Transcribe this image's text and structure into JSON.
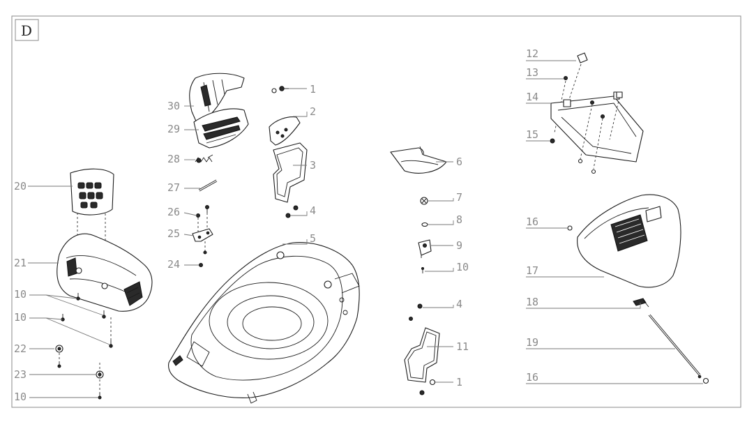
{
  "sheet": {
    "letter": "D"
  },
  "callouts": [
    {
      "id": "c1a",
      "label": "1"
    },
    {
      "id": "c2",
      "label": "2"
    },
    {
      "id": "c3",
      "label": "3"
    },
    {
      "id": "c4a",
      "label": "4"
    },
    {
      "id": "c5",
      "label": "5"
    },
    {
      "id": "c6",
      "label": "6"
    },
    {
      "id": "c7",
      "label": "7"
    },
    {
      "id": "c8",
      "label": "8"
    },
    {
      "id": "c9",
      "label": "9"
    },
    {
      "id": "c10a",
      "label": "10"
    },
    {
      "id": "c4b",
      "label": "4"
    },
    {
      "id": "c11",
      "label": "11"
    },
    {
      "id": "c1b",
      "label": "1"
    },
    {
      "id": "c12",
      "label": "12"
    },
    {
      "id": "c13",
      "label": "13"
    },
    {
      "id": "c14",
      "label": "14"
    },
    {
      "id": "c15",
      "label": "15"
    },
    {
      "id": "c16a",
      "label": "16"
    },
    {
      "id": "c17",
      "label": "17"
    },
    {
      "id": "c18",
      "label": "18"
    },
    {
      "id": "c19",
      "label": "19"
    },
    {
      "id": "c16b",
      "label": "16"
    },
    {
      "id": "c20",
      "label": "20"
    },
    {
      "id": "c21",
      "label": "21"
    },
    {
      "id": "c10b",
      "label": "10"
    },
    {
      "id": "c10c",
      "label": "10"
    },
    {
      "id": "c22",
      "label": "22"
    },
    {
      "id": "c23",
      "label": "23"
    },
    {
      "id": "c10d",
      "label": "10"
    },
    {
      "id": "c30",
      "label": "30"
    },
    {
      "id": "c29",
      "label": "29"
    },
    {
      "id": "c28",
      "label": "28"
    },
    {
      "id": "c27",
      "label": "27"
    },
    {
      "id": "c26",
      "label": "26"
    },
    {
      "id": "c25",
      "label": "25"
    },
    {
      "id": "c24",
      "label": "24"
    }
  ]
}
